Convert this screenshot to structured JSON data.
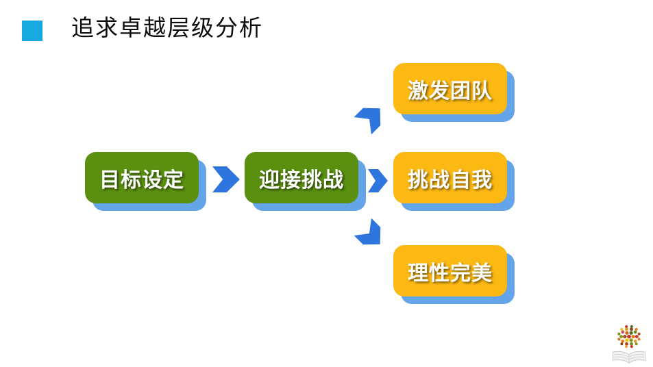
{
  "slide": {
    "title": "追求卓越层级分析"
  },
  "diagram": {
    "nodes": [
      {
        "label": "目标设定",
        "variant": "green"
      },
      {
        "label": "迎接挑战",
        "variant": "green"
      },
      {
        "label": "激发团队",
        "variant": "yellow"
      },
      {
        "label": "挑战自我",
        "variant": "yellow"
      },
      {
        "label": "理性完美",
        "variant": "yellow"
      }
    ],
    "arrows": [
      {
        "from": "目标设定",
        "to": "迎接挑战",
        "direction": "right"
      },
      {
        "from": "迎接挑战",
        "to": "激发团队",
        "direction": "up-right"
      },
      {
        "from": "迎接挑战",
        "to": "挑战自我",
        "direction": "right"
      },
      {
        "from": "迎接挑战",
        "to": "理性完美",
        "direction": "down-right"
      }
    ],
    "colors": {
      "node_green": "#5a8f0f",
      "node_yellow": "#fdb913",
      "node_shadow_blue": "#64a5ea",
      "arrow_blue": "#2e75dd",
      "title_bullet_blue": "#18a8e0",
      "node_text": "#ffffff",
      "title_text": "#0d0d0d",
      "background": "#ffffff"
    }
  },
  "logo": {
    "name": "open-book-knowledge-tree-logo"
  }
}
